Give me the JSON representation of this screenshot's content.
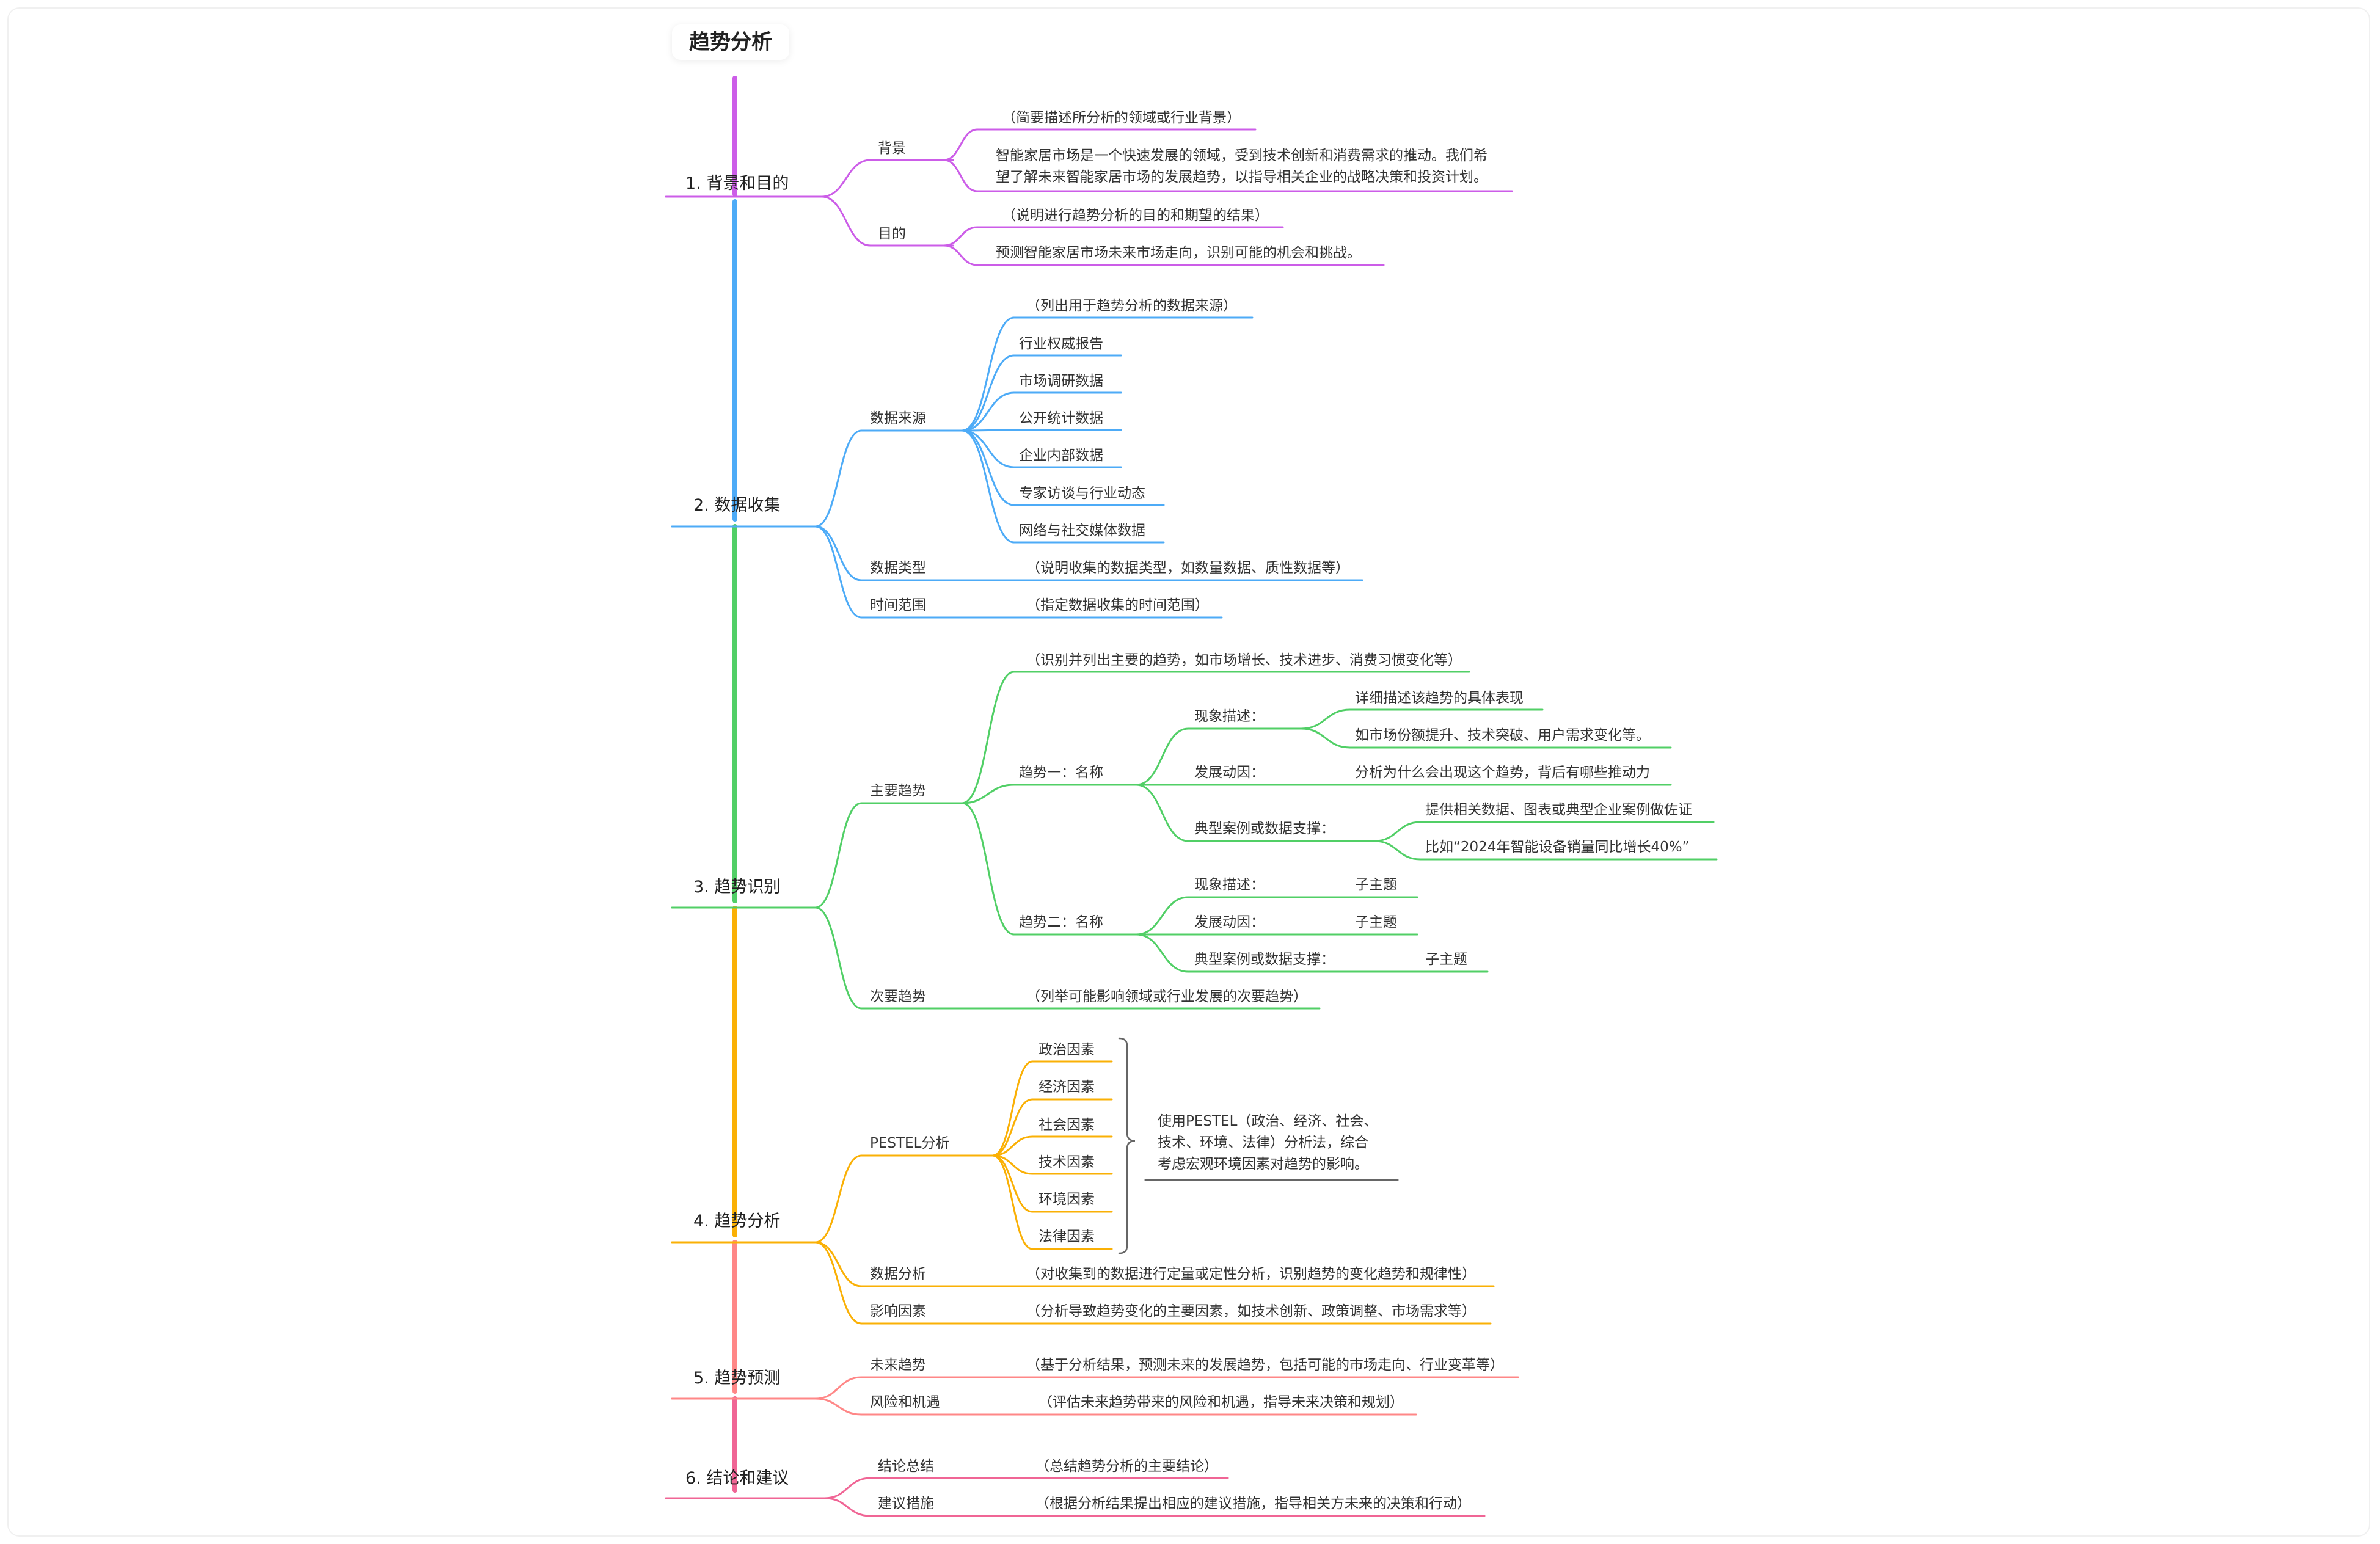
{
  "root": "趋势分析",
  "colors": {
    "branch1": "#cc5de8",
    "branch2": "#4dabf7",
    "branch3": "#51cf66",
    "branch4": "#fab005",
    "branch5": "#ff8787",
    "branch6": "#f06595",
    "bracket": "#666666"
  },
  "sections": [
    {
      "label": "1. 背景和目的",
      "children": [
        {
          "label": "背景",
          "children": [
            {
              "label": "（简要描述所分析的领域或行业背景）"
            },
            {
              "label": "智能家居市场是一个快速发展的领域，受到技术创新和消费需求的推动。我们希",
              "label2": "望了解未来智能家居市场的发展趋势，以指导相关企业的战略决策和投资计划。"
            }
          ]
        },
        {
          "label": "目的",
          "children": [
            {
              "label": "（说明进行趋势分析的目的和期望的结果）"
            },
            {
              "label": "预测智能家居市场未来市场走向，识别可能的机会和挑战。"
            }
          ]
        }
      ]
    },
    {
      "label": "2. 数据收集",
      "children": [
        {
          "label": "数据来源",
          "children": [
            {
              "label": "（列出用于趋势分析的数据来源）"
            },
            {
              "label": "行业权威报告"
            },
            {
              "label": "市场调研数据"
            },
            {
              "label": "公开统计数据"
            },
            {
              "label": "企业内部数据"
            },
            {
              "label": "专家访谈与行业动态"
            },
            {
              "label": "网络与社交媒体数据"
            }
          ]
        },
        {
          "label": "数据类型",
          "children": [
            {
              "label": "（说明收集的数据类型，如数量数据、质性数据等）"
            }
          ]
        },
        {
          "label": "时间范围",
          "children": [
            {
              "label": "（指定数据收集的时间范围）"
            }
          ]
        }
      ]
    },
    {
      "label": "3. 趋势识别",
      "children": [
        {
          "label": "主要趋势",
          "children": [
            {
              "label": "（识别并列出主要的趋势，如市场增长、技术进步、消费习惯变化等）"
            },
            {
              "label": "趋势一：名称",
              "children": [
                {
                  "label": "现象描述：",
                  "children": [
                    {
                      "label": "详细描述该趋势的具体表现"
                    },
                    {
                      "label": "如市场份额提升、技术突破、用户需求变化等。"
                    }
                  ]
                },
                {
                  "label": "发展动因：",
                  "children": [
                    {
                      "label": "分析为什么会出现这个趋势，背后有哪些推动力"
                    }
                  ]
                },
                {
                  "label": "典型案例或数据支撑：",
                  "children": [
                    {
                      "label": "提供相关数据、图表或典型企业案例做佐证"
                    },
                    {
                      "label": "比如“2024年智能设备销量同比增长40%”"
                    }
                  ]
                }
              ]
            },
            {
              "label": "趋势二：名称",
              "children": [
                {
                  "label": "现象描述：",
                  "children": [
                    {
                      "label": "子主题"
                    }
                  ]
                },
                {
                  "label": "发展动因：",
                  "children": [
                    {
                      "label": "子主题"
                    }
                  ]
                },
                {
                  "label": "典型案例或数据支撑：",
                  "children": [
                    {
                      "label": "子主题"
                    }
                  ]
                }
              ]
            }
          ]
        },
        {
          "label": "次要趋势",
          "children": [
            {
              "label": "（列举可能影响领域或行业发展的次要趋势）"
            }
          ]
        }
      ]
    },
    {
      "label": "4. 趋势分析",
      "children": [
        {
          "label": "PESTEL分析",
          "children": [
            {
              "label": "政治因素"
            },
            {
              "label": "经济因素"
            },
            {
              "label": "社会因素"
            },
            {
              "label": "技术因素"
            },
            {
              "label": "环境因素"
            },
            {
              "label": "法律因素"
            }
          ],
          "summary": [
            "使用PESTEL（政治、经济、社会、",
            "技术、环境、法律）分析法，综合",
            "考虑宏观环境因素对趋势的影响。"
          ]
        },
        {
          "label": "数据分析",
          "children": [
            {
              "label": "（对收集到的数据进行定量或定性分析，识别趋势的变化趋势和规律性）"
            }
          ]
        },
        {
          "label": "影响因素",
          "children": [
            {
              "label": "（分析导致趋势变化的主要因素，如技术创新、政策调整、市场需求等）"
            }
          ]
        }
      ]
    },
    {
      "label": "5. 趋势预测",
      "children": [
        {
          "label": "未来趋势",
          "children": [
            {
              "label": "（基于分析结果，预测未来的发展趋势，包括可能的市场走向、行业变革等）"
            }
          ]
        },
        {
          "label": "风险和机遇",
          "children": [
            {
              "label": "（评估未来趋势带来的风险和机遇，指导未来决策和规划）"
            }
          ]
        }
      ]
    },
    {
      "label": "6. 结论和建议",
      "children": [
        {
          "label": "结论总结",
          "children": [
            {
              "label": "（总结趋势分析的主要结论）"
            }
          ]
        },
        {
          "label": "建议措施",
          "children": [
            {
              "label": "（根据分析结果提出相应的建议措施，指导相关方未来的决策和行动）"
            }
          ]
        }
      ]
    }
  ]
}
